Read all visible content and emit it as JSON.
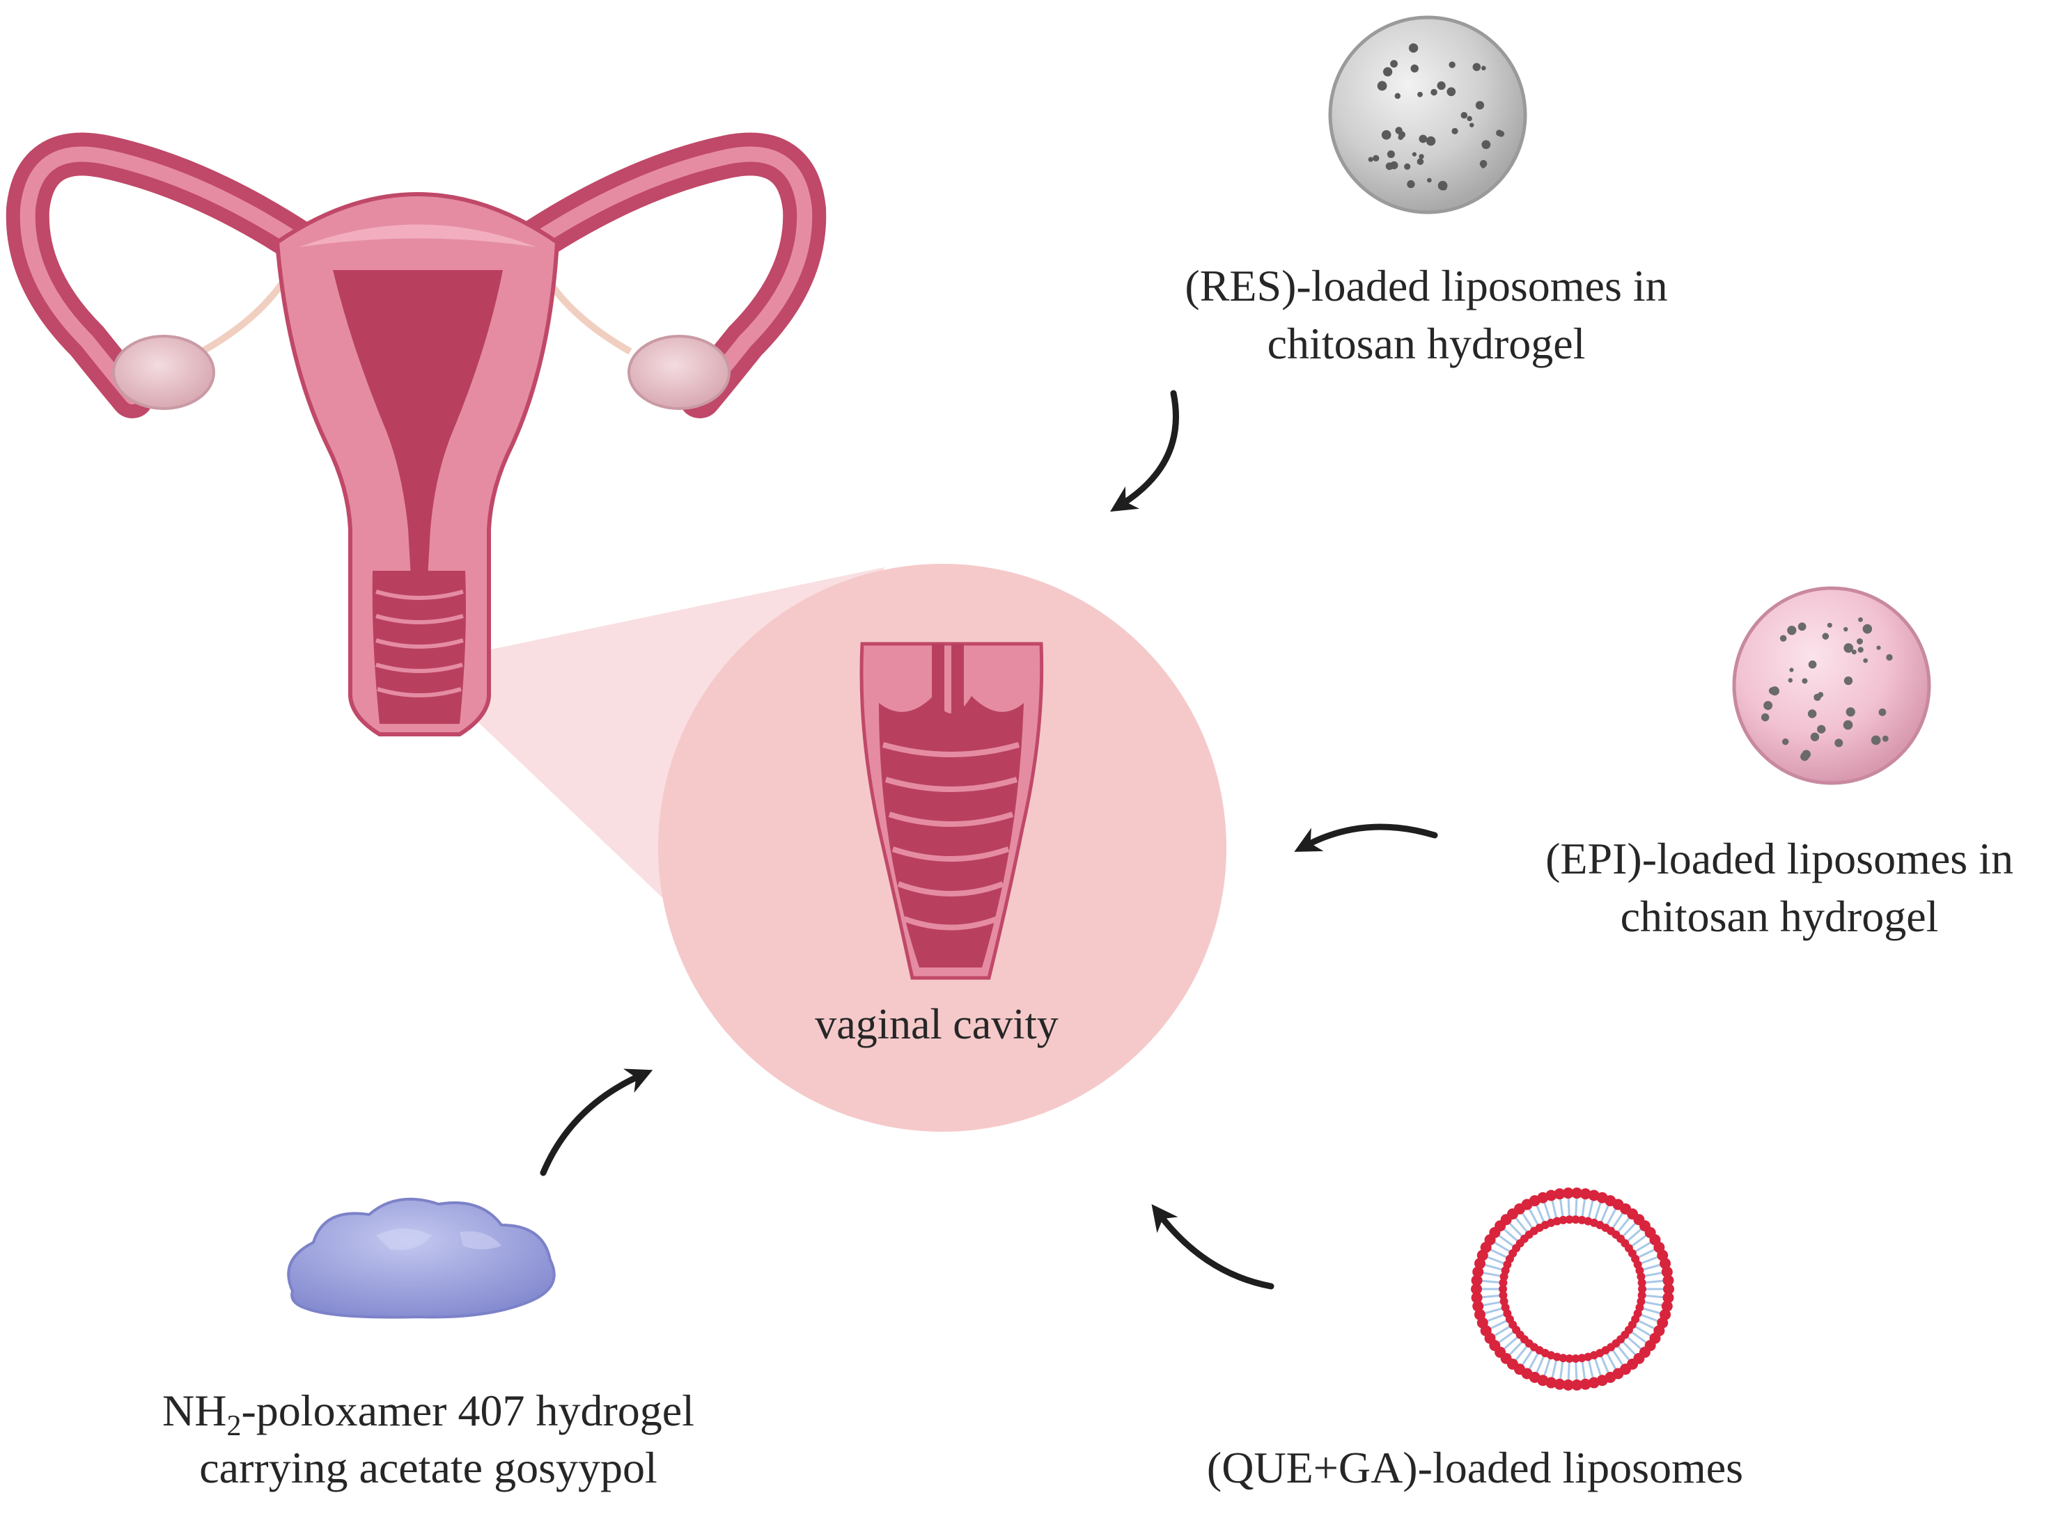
{
  "center": {
    "label": "vaginal cavity"
  },
  "nodes": {
    "res": {
      "line1": "(RES)-loaded liposomes in",
      "line2": "chitosan hydrogel"
    },
    "epi": {
      "line1": "(EPI)-loaded liposomes in",
      "line2": "chitosan hydrogel"
    },
    "que": {
      "line1": "(QUE+GA)-loaded liposomes"
    },
    "nh2": {
      "prefix": "NH",
      "sub": "2",
      "rest": "-poloxamer 407  hydrogel",
      "line2": "carrying acetate gosyypol"
    }
  },
  "colors": {
    "uterus_main": "#E58CA3",
    "uterus_dark": "#B8405E",
    "uterus_outline": "#C04868",
    "ovary": "#E8CACF",
    "center_circle": "#F5C9CA",
    "zoom_wedge": "#F8D9DC",
    "res_sphere": "#CFCFCF",
    "epi_sphere": "#F2C2D2",
    "liposome_head": "#D8243C",
    "liposome_tail": "#A8C8E8",
    "gel": "#9FA5DC",
    "arrow": "#1E1E1E"
  }
}
